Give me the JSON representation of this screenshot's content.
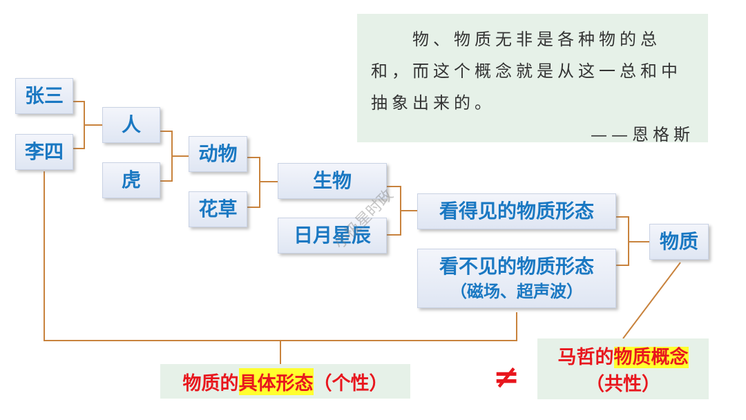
{
  "quote": {
    "text": "物、物质无非是各种物的总和，而这个概念就是从这一总和中抽象出来的。",
    "author": "——恩格斯"
  },
  "nodes": {
    "zhangsan": "张三",
    "lisi": "李四",
    "ren": "人",
    "hu": "虎",
    "dongwu": "动物",
    "huacao": "花草",
    "shengwu": "生物",
    "riyuexingchen": "日月星辰",
    "visible": "看得见的物质形态",
    "invisible": "看不见的物质形态",
    "invisible_examples": "（磁场、超声波）",
    "wuzhi": "物质"
  },
  "bottom_left": {
    "part1": "物质的",
    "part2": "具体形态",
    "part3": "（个性）"
  },
  "bottom_right": {
    "part1": "马哲的",
    "part2": "物质概念",
    "part3": "（共性）"
  },
  "not_equal_symbol": "≠",
  "watermark": "小极星时政",
  "colors": {
    "node_text": "#1a78c2",
    "connector": "#c8823c",
    "highlight": "#ffff2e",
    "red_text": "#e8171e",
    "quote_bg": "#e6f1e8"
  }
}
